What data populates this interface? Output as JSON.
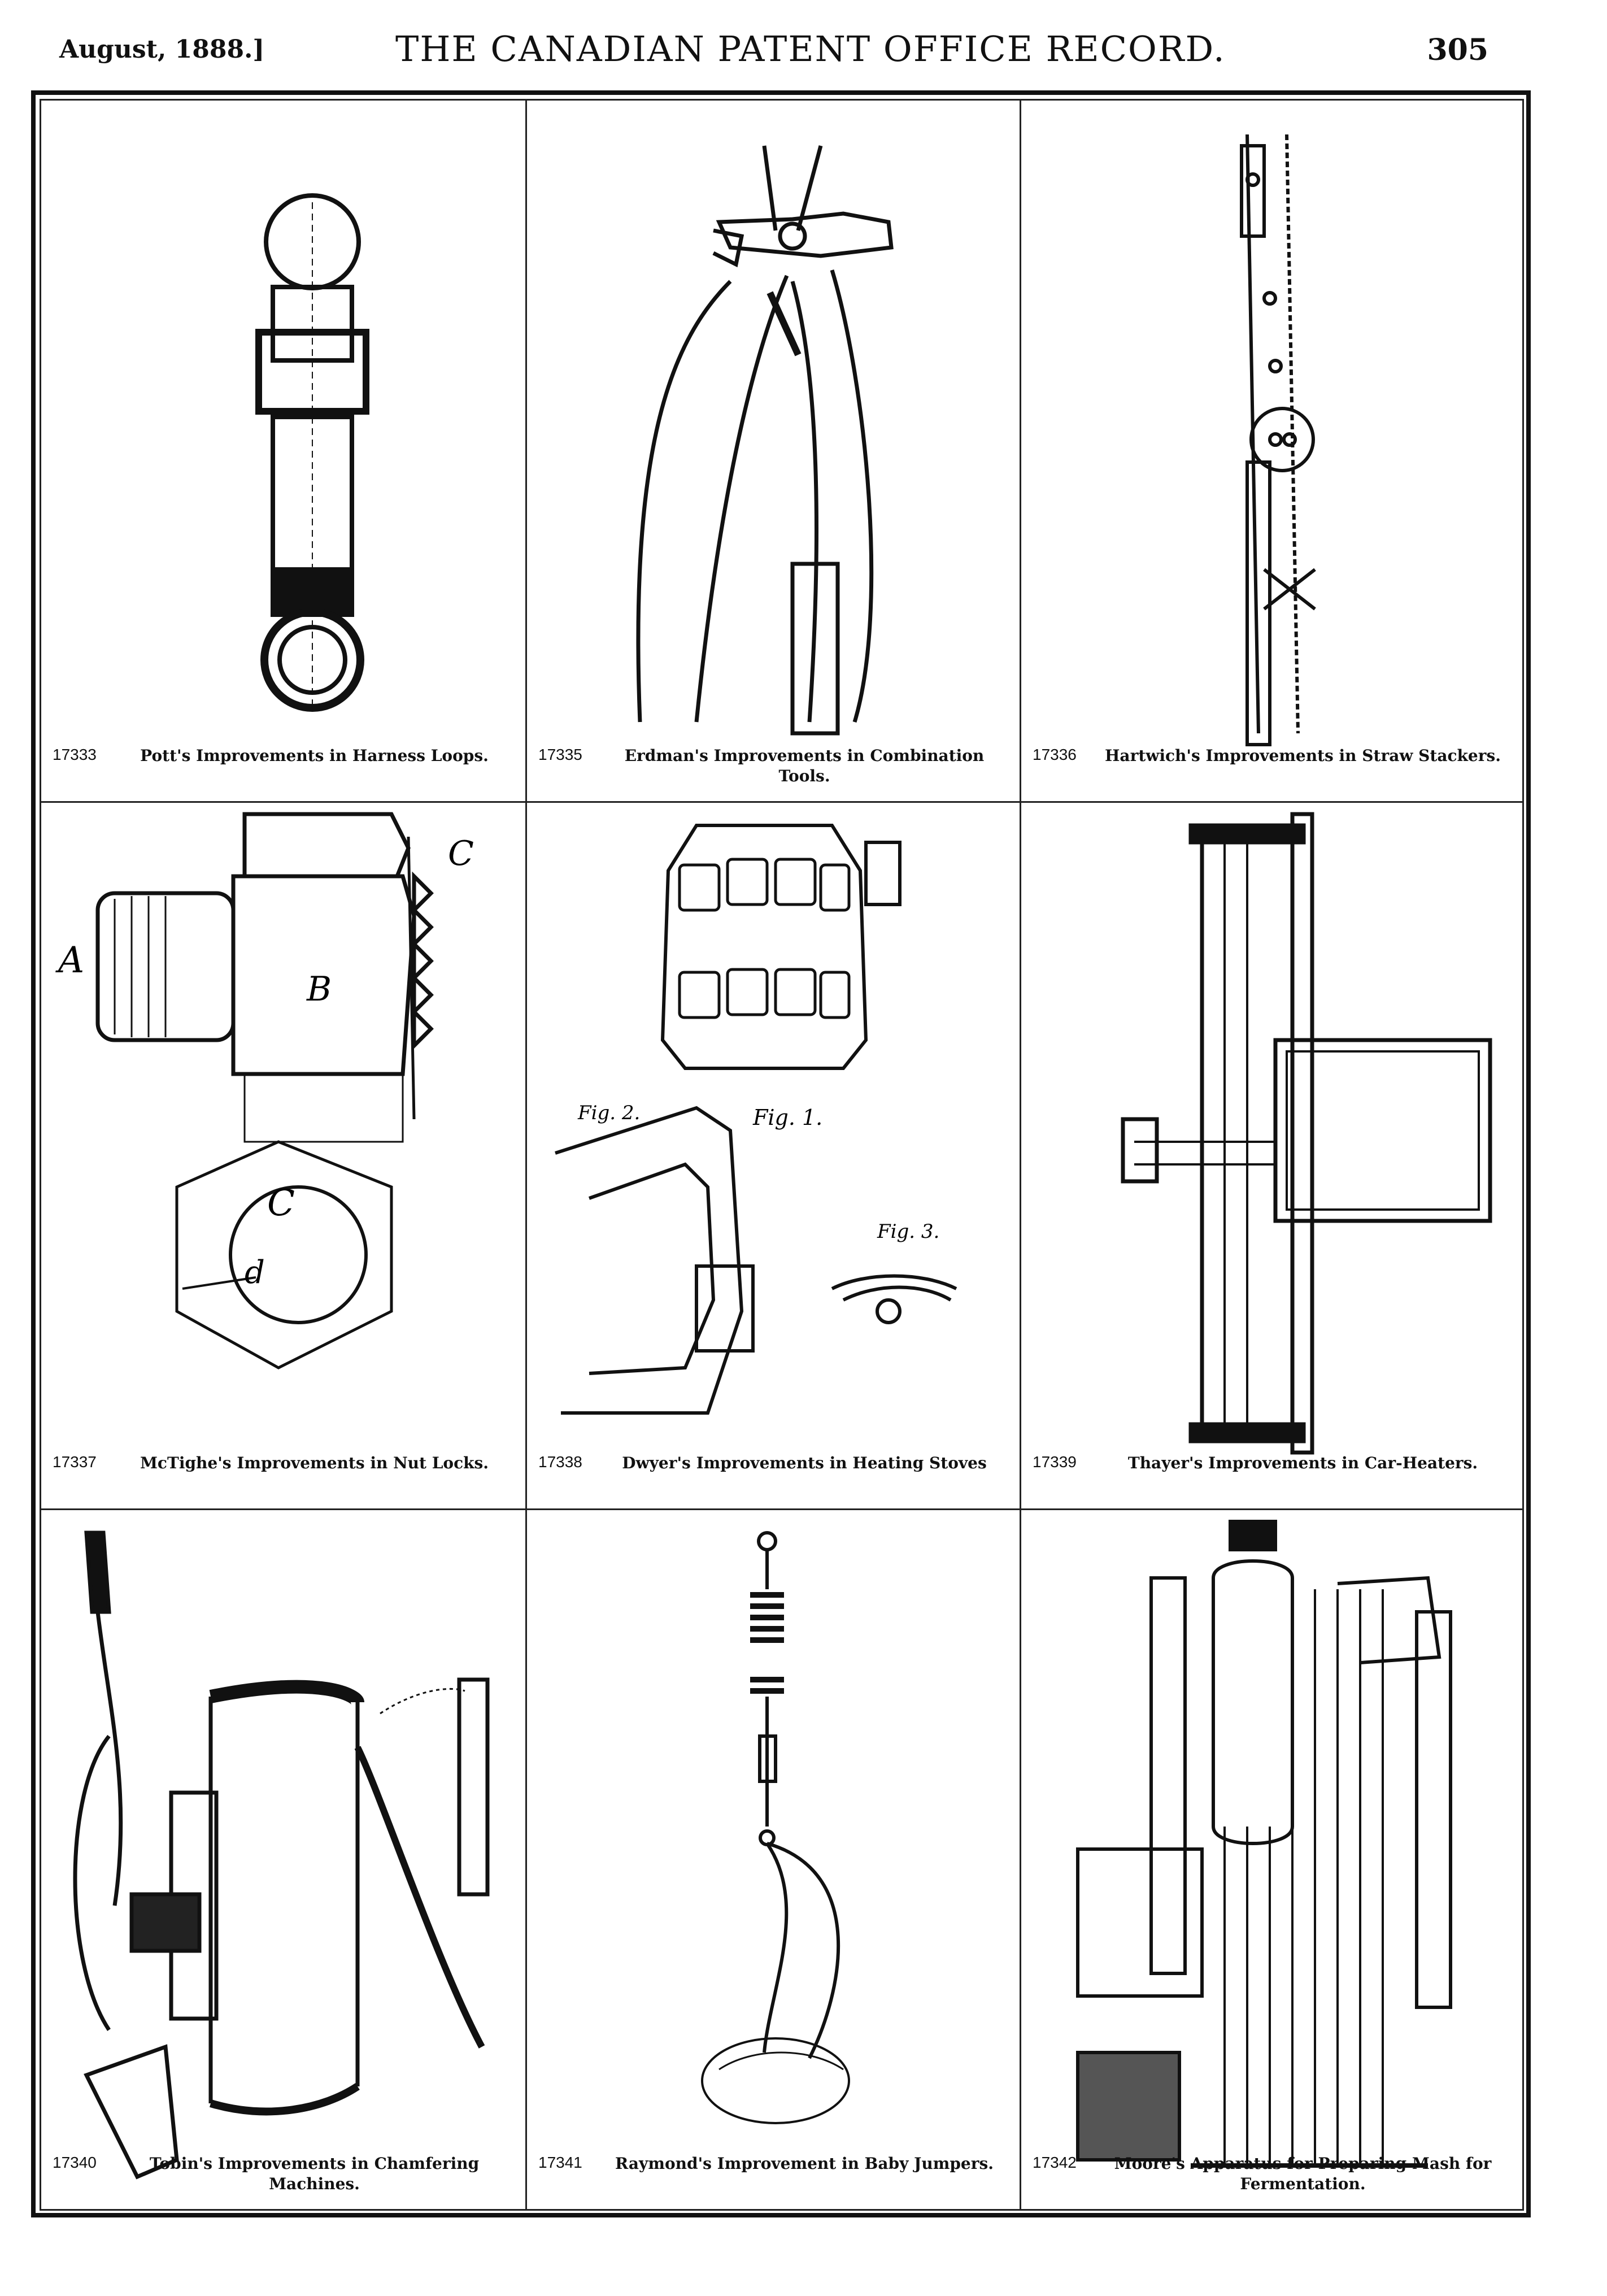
{
  "header": {
    "date": "August, 1888.]",
    "title": "THE CANADIAN PATENT OFFICE RECORD.",
    "page_number": "305"
  },
  "patents": [
    {
      "number": "17333",
      "caption": "Pott's Improvements in Harness Loops."
    },
    {
      "number": "17335",
      "caption": "Erdman's Improvements in Combination Tools."
    },
    {
      "number": "17336",
      "caption": "Hartwich's Improvements in Straw Stackers."
    },
    {
      "number": "17337",
      "caption": "McTighe's Improvements in Nut Locks."
    },
    {
      "number": "17338",
      "caption": "Dwyer's Improvements in Heating Stoves"
    },
    {
      "number": "17339",
      "caption": "Thayer's Improvements in Car-Heaters."
    },
    {
      "number": "17340",
      "caption": "Tobin's Improvements in Chamfering Machines."
    },
    {
      "number": "17341",
      "caption": "Raymond's Improvement in Baby Jumpers."
    },
    {
      "number": "17342",
      "caption": "Moore's Apparatus for Preparing Mash for Fermentation."
    }
  ],
  "figure_labels": {
    "nut_lock_a": "A",
    "nut_lock_b": "B",
    "nut_lock_c": "C",
    "nut_lock_c2": "C",
    "nut_lock_d": "d",
    "stove_fig1": "Fig. 1.",
    "stove_fig2": "Fig. 2.",
    "stove_fig3": "Fig. 3."
  }
}
